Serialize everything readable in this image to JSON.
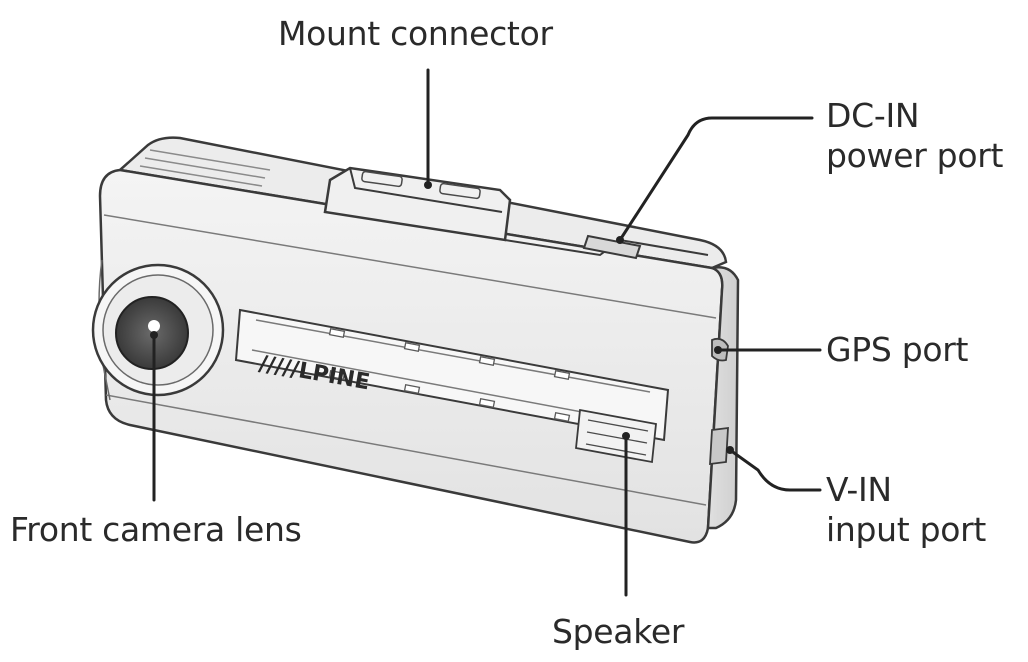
{
  "brand": "/////LPINE",
  "labels": {
    "mount_connector": "Mount connector",
    "dc_in_line1": "DC-IN",
    "dc_in_line2": "power port",
    "gps_port": "GPS port",
    "v_in_line1": "V-IN",
    "v_in_line2": "input port",
    "front_camera_lens": "Front camera lens",
    "speaker": "Speaker"
  }
}
